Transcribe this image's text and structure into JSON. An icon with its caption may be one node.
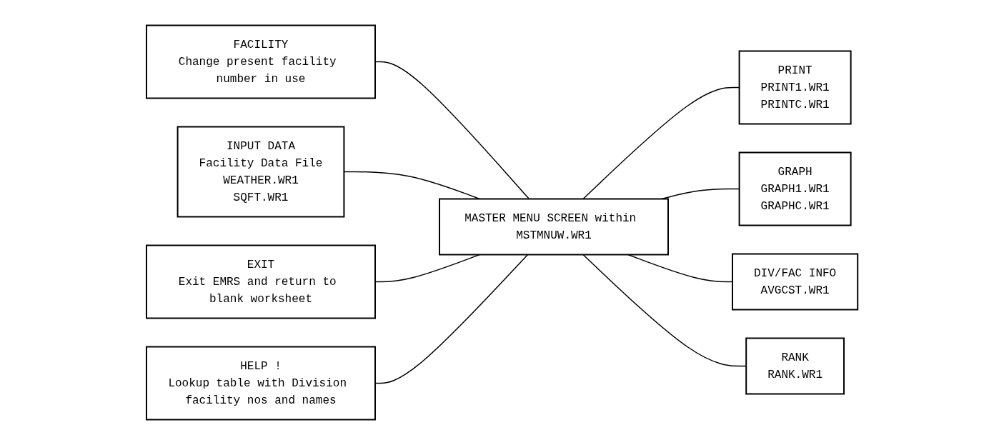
{
  "diagram": {
    "nodes": [
      {
        "text": [
          "FACILITY",
          "Change present facility number in use"
        ]
      },
      {
        "text": [
          "INPUT DATA",
          "Facility Data File",
          "WEATHER.WR1",
          "SQFT.WR1"
        ]
      },
      {
        "text": [
          "PRINT",
          "PRINT1.WR1",
          "PRINTC.WR1"
        ]
      },
      {
        "text": [
          "EXIT",
          "Exit EMRS and return to blank worksheet"
        ]
      },
      {
        "text": [
          "MASTER MENU SCREEN within MSTMNUW.WR1"
        ]
      },
      {
        "text": [
          "GRAPH",
          "GRAPH1.WR1",
          "GRAPHC.WR1"
        ]
      },
      {
        "text": [
          "HELP !",
          "Lookup table with Division facility nos and names"
        ]
      },
      {
        "text": [
          "DIV/FAC INFO",
          "AVGCST.WR1"
        ]
      },
      {
        "text": [
          "RANK",
          "RANK.WR1"
        ]
      }
    ],
    "edges": [
      {
        "from": 0,
        "to": 4,
        "arrow": "none"
      },
      {
        "from": 1,
        "to": 4,
        "arrow": "none"
      },
      {
        "from": 4,
        "to": 2,
        "arrow": "none"
      },
      {
        "from": 3,
        "to": 4,
        "arrow": "none"
      },
      {
        "from": 4,
        "to": 5,
        "arrow": "none"
      },
      {
        "from": 6,
        "to": 4,
        "arrow": "none"
      },
      {
        "from": 4,
        "to": 7,
        "arrow": "none"
      },
      {
        "from": 4,
        "to": 8,
        "arrow": "none"
      }
    ]
  }
}
